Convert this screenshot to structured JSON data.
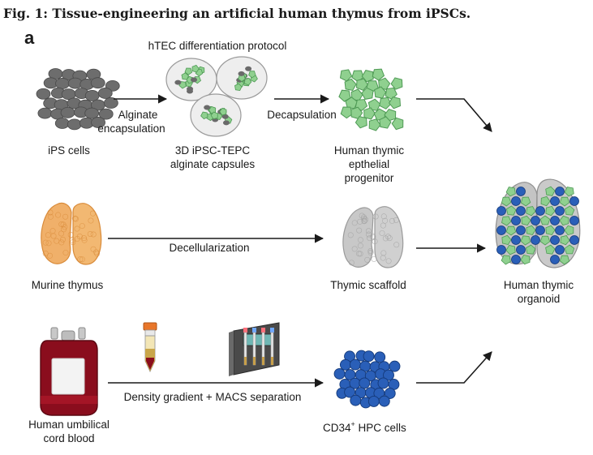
{
  "figure": {
    "title": "Fig. 1: Tissue-engineering an artificial human thymus from iPSCs.",
    "panel": "a"
  },
  "row1": {
    "ips_label": "iPS cells",
    "protocol_title": "hTEC differentiation protocol",
    "arrow1_label_line1": "Alginate",
    "arrow1_label_line2": "encapsulation",
    "capsules_line1": "3D iPSC-TEPC",
    "capsules_line2": "alginate capsules",
    "arrow2_label": "Decapsulation",
    "progenitor_line1": "Human thymic",
    "progenitor_line2": "epthelial",
    "progenitor_line3": "progenitor"
  },
  "row2": {
    "murine_label": "Murine thymus",
    "arrow_label": "Decellularization",
    "scaffold_label": "Thymic scaffold",
    "organoid_line1": "Human thymic",
    "organoid_line2": "organoid"
  },
  "row3": {
    "blood_line1": "Human umbilical",
    "blood_line2": "cord blood",
    "arrow_label": "Density gradient + MACS separation",
    "hpc_label": "CD34",
    "hpc_superscript": "+",
    "hpc_suffix": " HPC cells"
  },
  "colors": {
    "arrow": "#1a1a1a",
    "ips_cell": "#6d6d6d",
    "epithelial_green": "#8fd08f",
    "epithelial_edge": "#4f9a55",
    "scaffold": "#c8c8c8",
    "murine_orange": "#f0b06a",
    "hpc_blue": "#2a5fb8",
    "blood_red": "#8a0d1d"
  }
}
